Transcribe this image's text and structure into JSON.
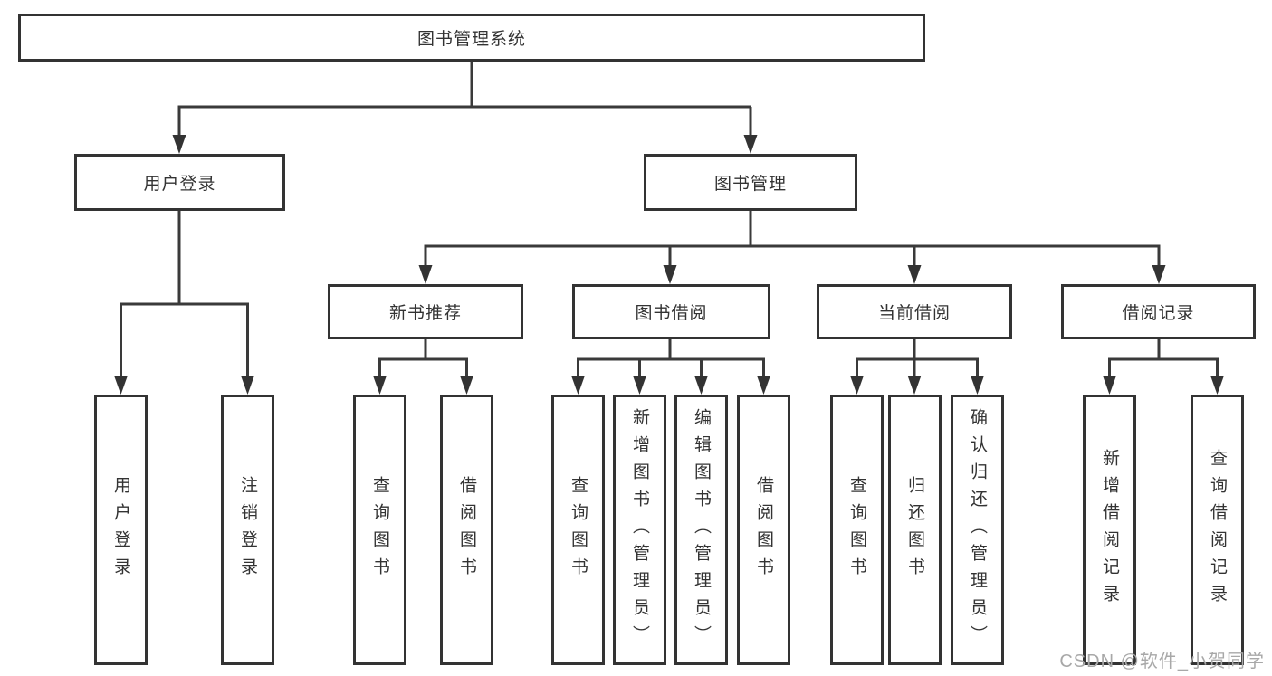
{
  "tree": {
    "root": {
      "label": "图书管理系统"
    },
    "level2": [
      {
        "label": "用户登录"
      },
      {
        "label": "图书管理"
      }
    ],
    "level3": [
      {
        "label": "新书推荐"
      },
      {
        "label": "图书借阅"
      },
      {
        "label": "当前借阅"
      },
      {
        "label": "借阅记录"
      }
    ],
    "leaves": {
      "user_login": [
        "用户登录",
        "注销登录"
      ],
      "new_book": [
        "查询图书",
        "借阅图书"
      ],
      "book_borrow": [
        "查询图书",
        "新增图书（管理员）",
        "编辑图书（管理员）",
        "借阅图书"
      ],
      "current_borrow": [
        "查询图书",
        "归还图书",
        "确认归还（管理员）"
      ],
      "borrow_record": [
        "新增借阅记录",
        "查询借阅记录"
      ]
    }
  },
  "watermark": "CSDN @软件_小贺同学",
  "colors": {
    "line": "#3a3a3a",
    "border": "#333333",
    "text": "#333333",
    "watermark": "#a8a8a8",
    "background": "#ffffff"
  }
}
